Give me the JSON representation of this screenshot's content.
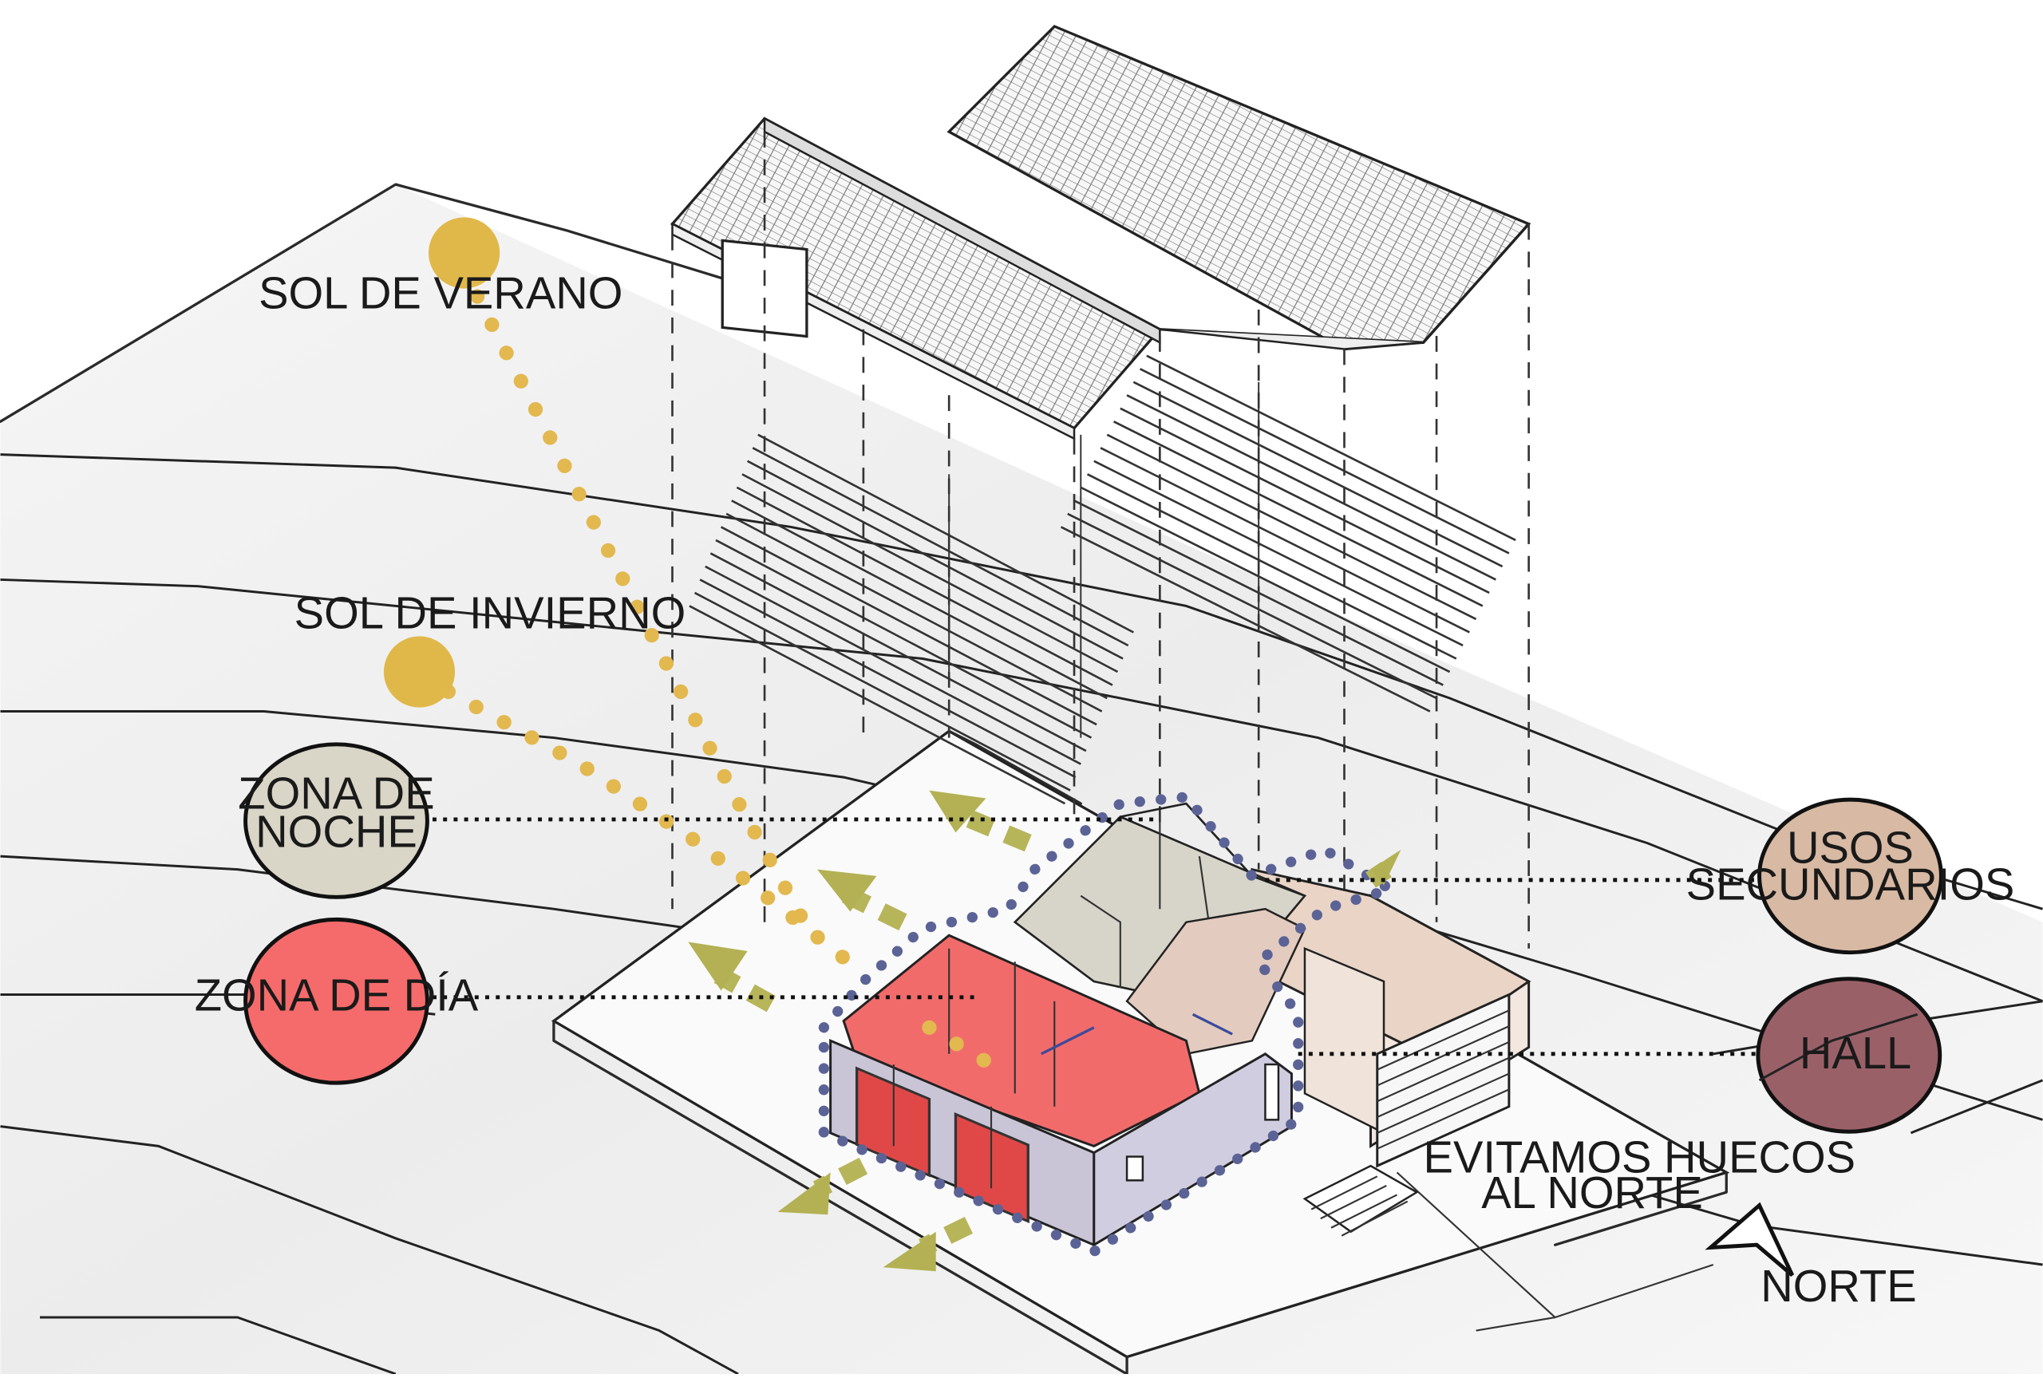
{
  "colors": {
    "sun": "#e0b84a",
    "zona_noche": "#d9d5c7",
    "zona_dia": "#f56b6b",
    "usos_secundarios": "#d8b9a3",
    "hall": "#9a6068",
    "outline": "#5b6396",
    "ventilation_arrows": "#b3b153"
  },
  "labels": {
    "sol_verano": "SOL DE VERANO",
    "sol_invierno": "SOL DE INVIERNO",
    "norte_note_line1": "EVITAMOS HUECOS",
    "norte_note_line2": "AL NORTE",
    "norte": "NORTE"
  },
  "zones": {
    "noche_line1": "ZONA DE",
    "noche_line2": "NOCHE",
    "dia": "ZONA DE DÍA",
    "usos_line1": "USOS",
    "usos_line2": "SECUNDARIOS",
    "hall": "HALL"
  },
  "icons": {
    "north_arrow": "north-arrow-icon",
    "sun_summer": "sun-icon",
    "sun_winter": "sun-icon"
  }
}
